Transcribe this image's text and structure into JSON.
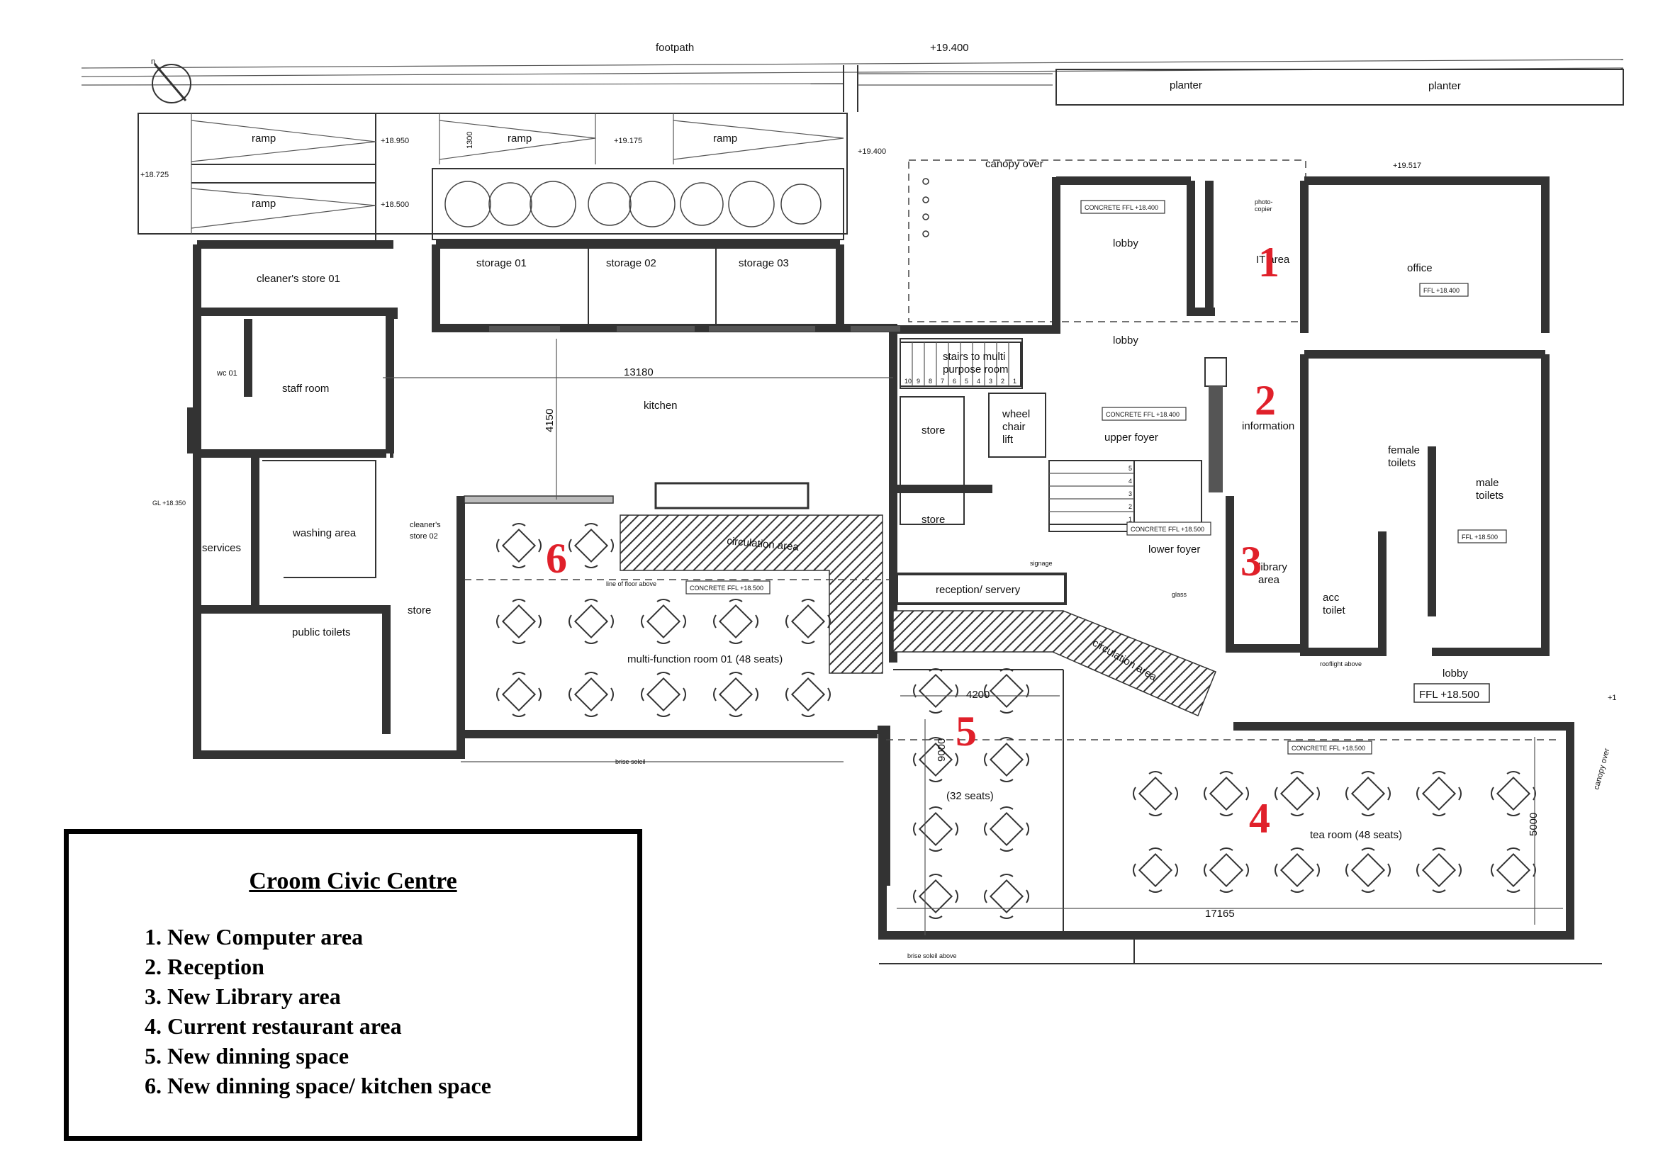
{
  "plan": {
    "site": {
      "footpath": "footpath",
      "level_top": "+19.400",
      "planter_1": "planter",
      "planter_2": "planter",
      "ramp_1": "ramp",
      "ramp_2": "ramp",
      "ramp_3": "ramp",
      "ramp_4": "ramp",
      "lvl_18725": "+18.725",
      "lvl_18950": "+18.950",
      "lvl_19175": "+19.175",
      "lvl_18500": "+18.500",
      "lvl_19400b": "+19.400",
      "lvl_19517": "+19.517",
      "dim_1300": "1300",
      "canopy_over": "canopy over",
      "canopy_over_2": "canopy over",
      "gl": "GL +18.350",
      "brise_soleil": "brise soleil",
      "brise_soleil_above": "brise soleil above",
      "edge_plus1": "+1"
    },
    "rooms": {
      "cleaners_store_01": "cleaner's store 01",
      "storage_01": "storage 01",
      "storage_02": "storage 02",
      "storage_03": "storage 03",
      "wc_01": "wc 01",
      "staff_room": "staff room",
      "kitchen": "kitchen",
      "services": "services",
      "washing_area": "washing area",
      "cleaners_store_02_a": "cleaner's",
      "cleaners_store_02_b": "store 02",
      "public_toilets": "public toilets",
      "store_a": "store",
      "store_b": "store",
      "store_c": "store",
      "circulation_area_1": "circulation area",
      "circulation_area_2": "circulation area",
      "line_of_floor_above": "line of floor above",
      "concrete_ffl_18500_a": "CONCRETE FFL +18.500",
      "multi_function_room": "multi-function room 01 (48 seats)",
      "stairs_line1": "stairs to multi",
      "stairs_line2": "purpose room",
      "wheel_1": "wheel",
      "wheel_2": "chair",
      "wheel_3": "lift",
      "lobby_1": "lobby",
      "lobby_2": "lobby",
      "lobby_3": "lobby",
      "concrete_ffl_18400_a": "CONCRETE FFL +18.400",
      "concrete_ffl_18400_b": "CONCRETE FFL +18.400",
      "concrete_ffl_18500_b": "CONCRETE FFL +18.500",
      "concrete_ffl_18500_c": "CONCRETE FFL +18.500",
      "upper_foyer": "upper foyer",
      "lower_foyer": "lower foyer",
      "signage": "signage",
      "glass": "glass",
      "reception_servery": "reception/ servery",
      "photocopier_1": "photo-",
      "photocopier_2": "copier",
      "it_area": "IT area",
      "office": "office",
      "ffl_18400": "FFL +18.400",
      "information": "information",
      "female_toilets_1": "female",
      "female_toilets_2": "toilets",
      "male_toilets_1": "male",
      "male_toilets_2": "toilets",
      "rooflight_above": "rooflight above",
      "ffl_18500_small": "FFL +18.500",
      "library_area_1": "library",
      "library_area_2": "area",
      "acc_toilet_1": "acc",
      "acc_toilet_2": "toilet",
      "ffl_18500_big": "FFL +18.500",
      "seats_32": "(32 seats)",
      "tea_room": "tea room (48 seats)"
    },
    "dims": {
      "d13180": "13180",
      "d4150": "4150",
      "d4200": "4200",
      "d9000": "9000",
      "d5000": "5000",
      "d17165": "17165"
    },
    "stair_numbers": [
      "10",
      "9",
      "8",
      "7",
      "6",
      "5",
      "4",
      "3",
      "2",
      "1"
    ],
    "foyer_steps": [
      "5",
      "4",
      "3",
      "2",
      "1"
    ],
    "markers": [
      "1",
      "2",
      "3",
      "4",
      "5",
      "6"
    ]
  },
  "legend": {
    "title": "Croom Civic Centre",
    "items": [
      "1. New Computer area",
      "2. Reception",
      "3. New Library area",
      "4. Current restaurant area",
      "5. New dinning space",
      "6. New dinning space/ kitchen space"
    ]
  },
  "colors": {
    "marker_red": "#e0202a",
    "wall": "#333333"
  }
}
